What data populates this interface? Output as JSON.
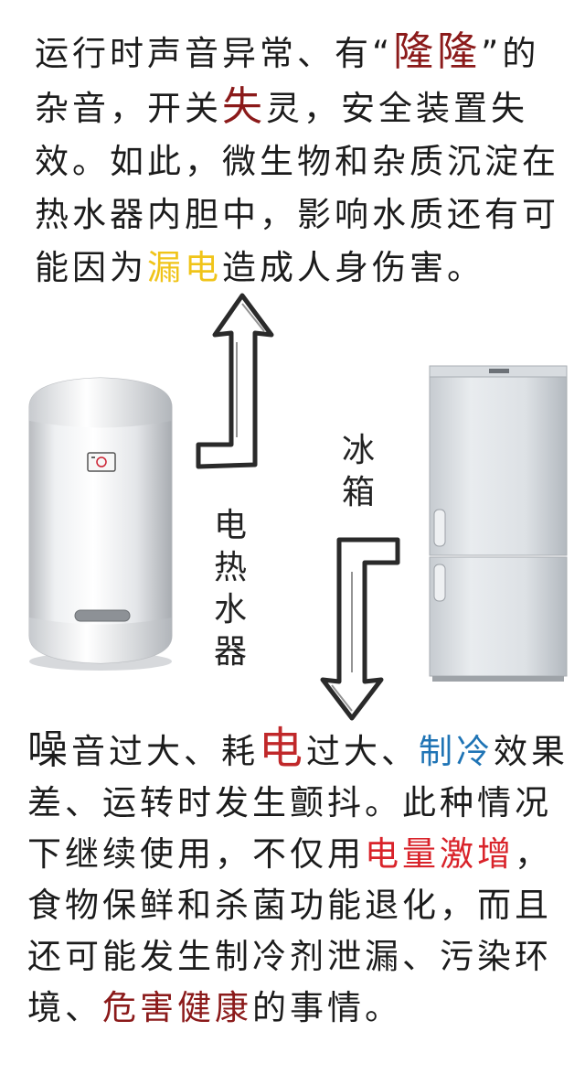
{
  "top_paragraph": {
    "segments": [
      {
        "text": "运行时声音异常、有“",
        "color": "#1c1c1c"
      },
      {
        "text": "隆隆",
        "color": "#8b1a1a",
        "emphasis": "big"
      },
      {
        "text": "”的杂音，开关",
        "color": "#1c1c1c"
      },
      {
        "text": "失",
        "color": "#8b1a1a",
        "emphasis": "big"
      },
      {
        "text": "灵，安全装置失效。如此，微生物和杂质沉淀在热水器内胆中，影响水质还有可能因为",
        "color": "#1c1c1c"
      },
      {
        "text": "漏电",
        "color": "#f0c419"
      },
      {
        "text": "造成人身伤害。",
        "color": "#1c1c1c"
      }
    ]
  },
  "labels": {
    "heater": "电热水器",
    "fridge": "冰箱"
  },
  "bottom_paragraph": {
    "segments": [
      {
        "text": "噪",
        "color": "#1c1c1c",
        "emphasis": "big"
      },
      {
        "text": "音过大、耗",
        "color": "#1c1c1c"
      },
      {
        "text": "电",
        "color": "#c0282a",
        "emphasis": "huge"
      },
      {
        "text": "过大、",
        "color": "#1c1c1c"
      },
      {
        "text": "制冷",
        "color": "#1f74b5"
      },
      {
        "text": "效果差、运转时发生颤抖。此种情况下继续使用，不仅用",
        "color": "#1c1c1c"
      },
      {
        "text": "电量激增",
        "color": "#d9232a"
      },
      {
        "text": "，食物保鲜和杀菌功能退化，而且还可能发生制冷剂泄漏、污染环境、",
        "color": "#1c1c1c"
      },
      {
        "text": "危害健康",
        "color": "#8b1a1a"
      },
      {
        "text": "的事情。",
        "color": "#1c1c1c"
      }
    ]
  }
}
